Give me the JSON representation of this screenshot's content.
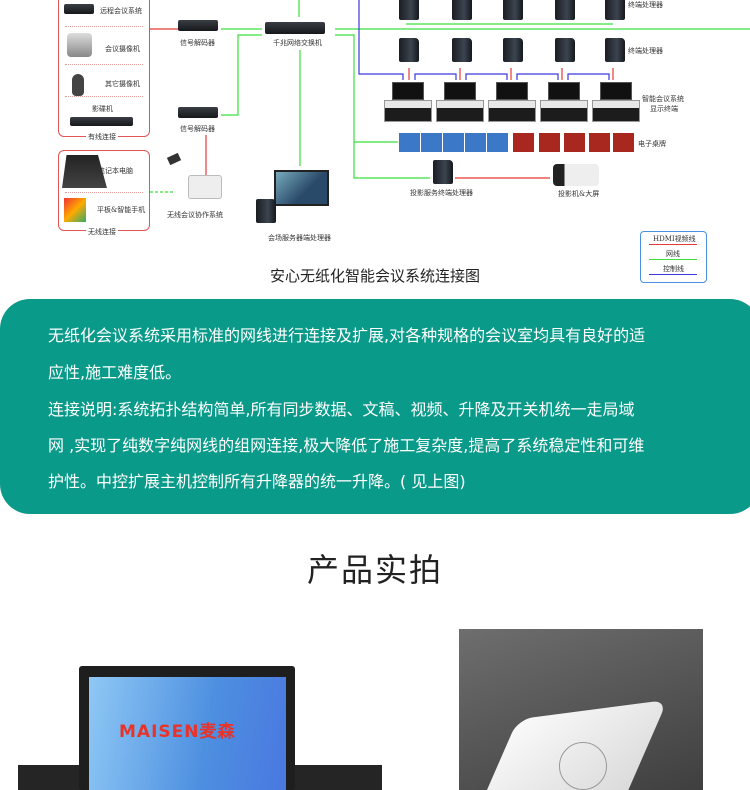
{
  "diagram": {
    "wired_group": {
      "title": "有线连接",
      "items": [
        "远程会议系统",
        "会议摄像机",
        "其它摄像机",
        "影碟机"
      ]
    },
    "wireless_group": {
      "title": "无线连接",
      "items": [
        "笔记本电脑",
        "平板&智能手机"
      ]
    },
    "decoder_label": "信号解码器",
    "switch_label": "千兆网络交换机",
    "wireless_system_label": "无线会议协作系统",
    "server_label": "会场服务器端处理器",
    "terminal_label": "终端处理器",
    "display_terminal_label": [
      "智能会议系统",
      "显示终端"
    ],
    "table_sign_label": "电子桌牌",
    "projection_terminal_label": "投影服务终端处理器",
    "projector_label": "投影机&大屏",
    "legend": [
      {
        "label": "HDMI视频线",
        "color": "#e53935"
      },
      {
        "label": "网线",
        "color": "#3be03b"
      },
      {
        "label": "控制线",
        "color": "#3a3ae0"
      }
    ],
    "caption": "安心无纸化智能会议系统连接图"
  },
  "description": {
    "lines": [
      "无纸化会议系统采用标准的网线进行连接及扩展,对各种规格的会议室均具有良好的适",
      "应性,施工难度低。",
      "连接说明:系统拓扑结构简单,所有同步数据、文稿、视频、升降及开关机统一走局域",
      "网 ,实现了纯数字纯网线的组网连接,极大降低了施工复杂度,提高了系统稳定性和可维",
      "护性。中控扩展主机控制所有升降器的统一升降。( 见上图)"
    ]
  },
  "products": {
    "heading": "产品实拍",
    "brand_logo": "MAISEN麦森"
  },
  "colors": {
    "panel": "#0a9a89",
    "hdmi": "#e53935",
    "net": "#3be03b",
    "control": "#3a3ae0"
  }
}
